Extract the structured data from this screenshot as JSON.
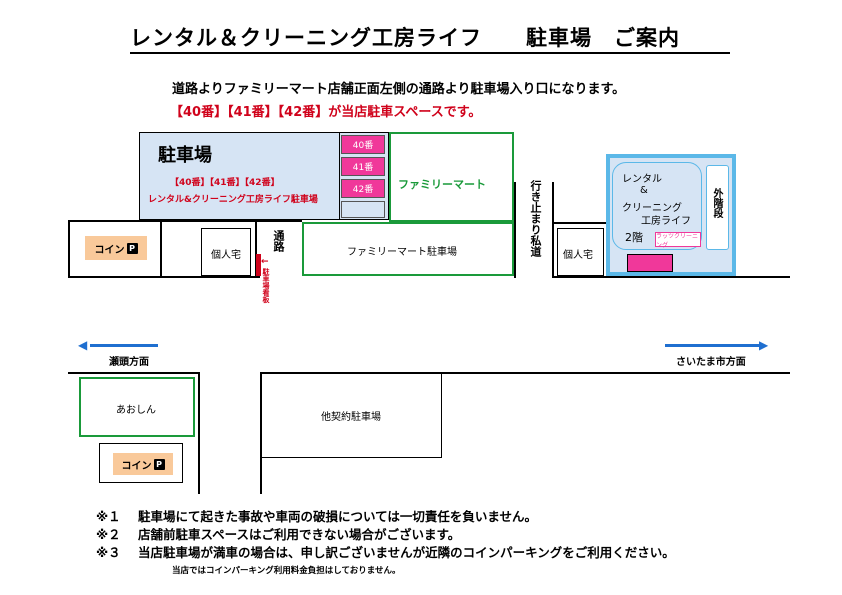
{
  "title": {
    "main": "レンタル＆クリーニング工房ライフ",
    "sub": "駐車場　ご案内"
  },
  "intro": {
    "line1": "道路よりファミリーマート店舗正面左側の通路より駐車場入り口になります。",
    "line2": "【40番】【41番】【42番】が当店駐車スペースです。"
  },
  "parking": {
    "heading": "駐車場",
    "numbers": "【40番】【41番】【42番】",
    "shop_label": "レンタル&クリーニング工房ライフ駐車場",
    "slots": [
      "40番",
      "41番",
      "42番"
    ]
  },
  "places": {
    "familymart": "ファミリーマート",
    "familymart_parking": "ファミリーマート駐車場",
    "coin": "コイン",
    "coin_p": "P",
    "private_house": "個人宅",
    "passage": "通路",
    "parking_sign": "駐車場看板",
    "dead_end": "行き止まり私道",
    "shop": {
      "line1": "レンタル",
      "line2": "&",
      "line3": "クリーニング",
      "line4": "工房ライフ",
      "floor": "2階"
    },
    "shop_sign": "ラッツクリーニング",
    "outer_stairs": "外階段",
    "aoshin": "あおしん",
    "other_parking": "他契約駐車場"
  },
  "directions": {
    "left": "瀬頭方面",
    "right": "さいたま市方面"
  },
  "notes": [
    {
      "mark": "※１",
      "text": "駐車場にて起きた事故や車両の破損については一切責任を負いません。"
    },
    {
      "mark": "※２",
      "text": "店舗前駐車スペースはご利用できない場合がございます。"
    },
    {
      "mark": "※３",
      "text": "当店駐車場が満車の場合は、申し訳ございませんが近隣のコインパーキングをご利用ください。"
    }
  ],
  "footnote": "当店ではコインパーキング利用料金負担はしておりません。",
  "colors": {
    "red": "#d0021b",
    "green": "#1a9a3a",
    "blue": "#1f6fd0",
    "pink": "#f0389a",
    "lightblue": "#d6e4f4",
    "sky": "#5bb8e8",
    "coin": "#f9c99a"
  }
}
